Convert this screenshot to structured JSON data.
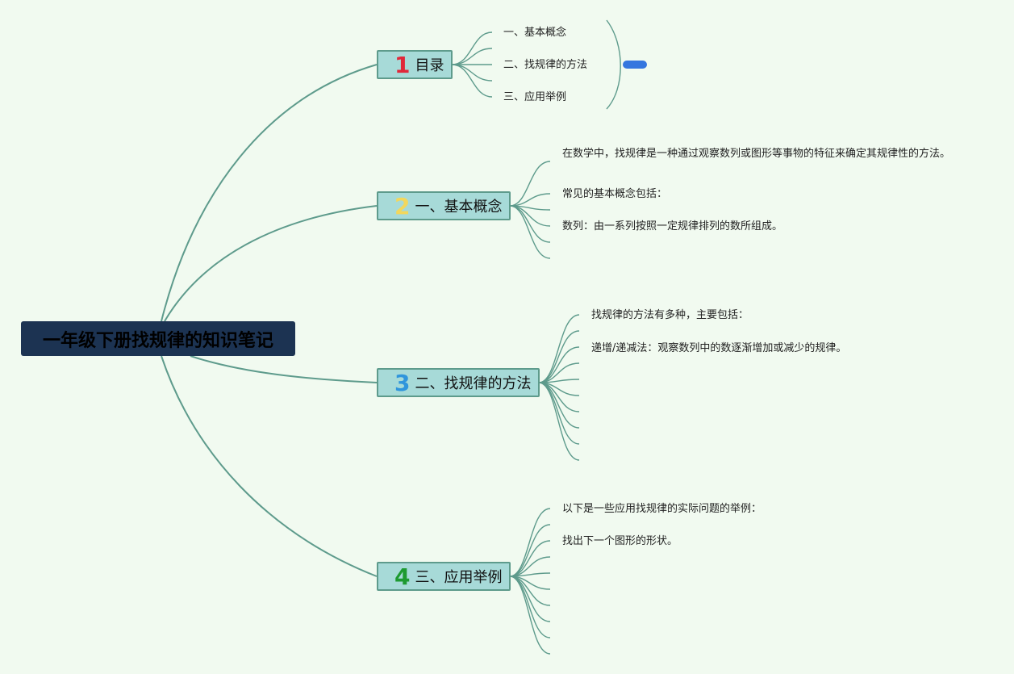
{
  "root": {
    "title": "一年级下册找规律的知识笔记"
  },
  "branches": [
    {
      "num": "1",
      "num_color": "#e0283a",
      "label": "目录"
    },
    {
      "num": "2",
      "num_color": "#f2d75c",
      "label": "一、基本概念"
    },
    {
      "num": "3",
      "num_color": "#2f95dc",
      "label": "二、找规律的方法"
    },
    {
      "num": "4",
      "num_color": "#1e9a31",
      "label": "三、应用举例"
    }
  ],
  "toc": [
    "一、基本概念",
    "二、找规律的方法",
    "三、应用举例"
  ],
  "concepts": [
    "在数学中，找规律是一种通过观察数列或图形等事物的特征来确定其规律性的方法。",
    "常见的基本概念包括：",
    "数列：由一系列按照一定规律排列的数所组成。"
  ],
  "methods": [
    "找规律的方法有多种，主要包括：",
    "递增/递减法：观察数列中的数逐渐增加或减少的规律。"
  ],
  "examples": [
    "以下是一些应用找规律的实际问题的举例：",
    "找出下一个图形的形状。"
  ],
  "colors": {
    "line": "#5e9b8c",
    "toggle": "#3576df",
    "root_bg": "#1c3352"
  }
}
